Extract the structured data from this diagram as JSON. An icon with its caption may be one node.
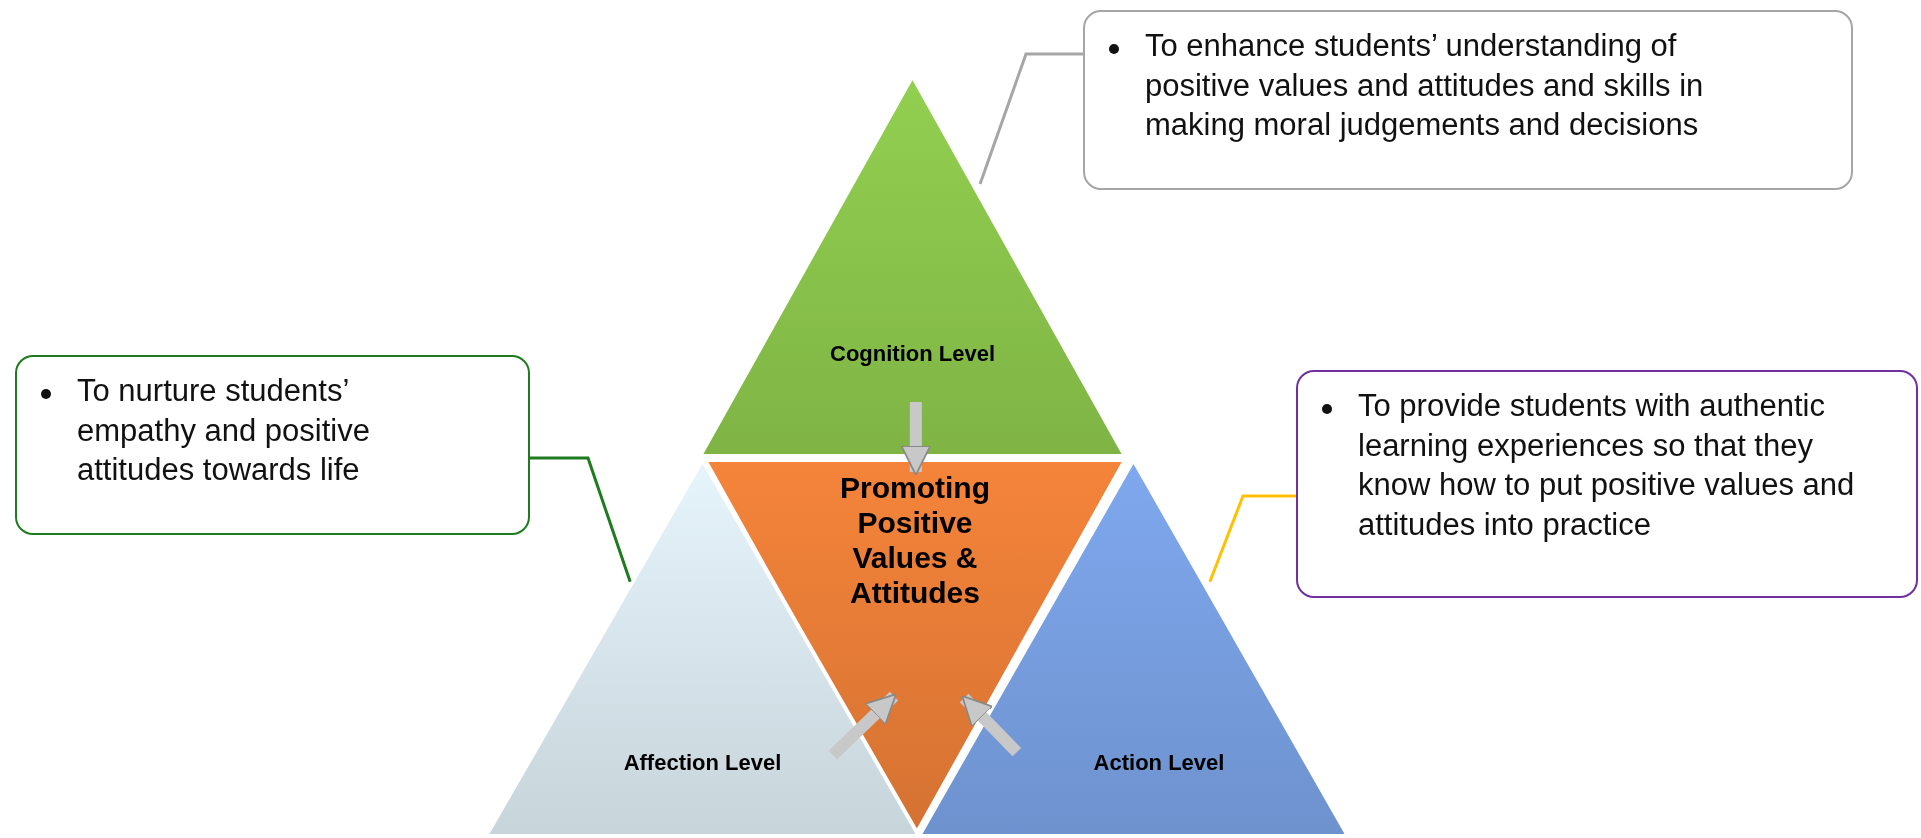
{
  "diagram": {
    "nodes": [
      {
        "text": [
          "Cognition Level"
        ]
      },
      {
        "text": [
          "Promoting Positive Values & Attitudes"
        ]
      },
      {
        "text": [
          "Affection Level"
        ]
      },
      {
        "text": [
          "Action Level"
        ]
      },
      {
        "text": [
          "To enhance students’ understanding of positive values and attitudes and skills in making moral judgements and decisions"
        ]
      },
      {
        "text": [
          "To nurture students’ empathy and positive attitudes towards life"
        ]
      },
      {
        "text": [
          "To provide students with authentic learning experiences so that they know how to put positive values and attitudes into practice"
        ]
      }
    ],
    "edges": [
      {
        "from": 0,
        "to": 1,
        "arrow": "to",
        "style": "thick"
      },
      {
        "from": 2,
        "to": 1,
        "arrow": "to",
        "style": "thick"
      },
      {
        "from": 3,
        "to": 1,
        "arrow": "to",
        "style": "thick"
      },
      {
        "from": 4,
        "to": 0,
        "arrow": "none",
        "color": "#a6a6a6"
      },
      {
        "from": 5,
        "to": 2,
        "arrow": "none",
        "color": "#1e7b1e"
      },
      {
        "from": 6,
        "to": 3,
        "arrow": "none",
        "color": "#ffc000"
      }
    ]
  }
}
